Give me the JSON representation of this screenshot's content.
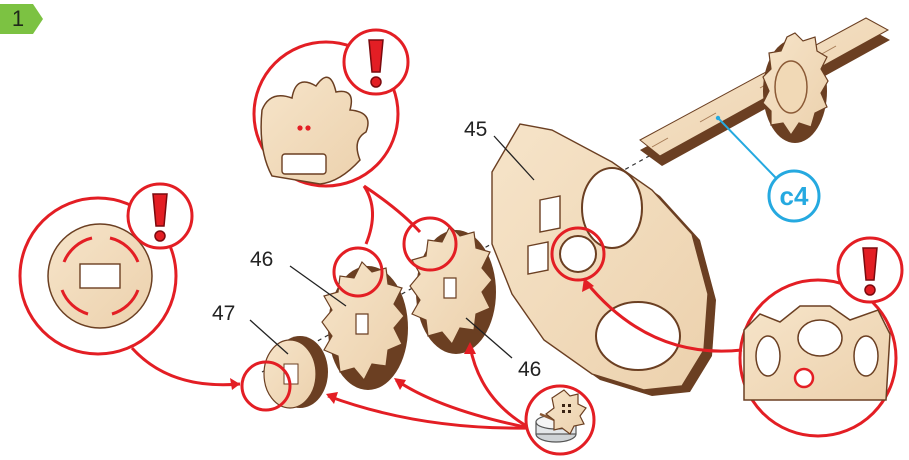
{
  "step": {
    "number": "1"
  },
  "part_labels": {
    "gear_45": "45",
    "gear_46_left": "46",
    "gear_46_right": "46",
    "disc_47": "47"
  },
  "callout": {
    "code": "c4"
  },
  "colors": {
    "step_badge": "#7cc242",
    "accent_red": "#e31e24",
    "callout_blue": "#25a9e0",
    "plywood_face": "#f3ddc0",
    "plywood_edge": "#6b3f22",
    "outline": "#555555"
  },
  "icons": [
    "exclamation-icon",
    "glue-pot-icon",
    "warning-icon"
  ]
}
